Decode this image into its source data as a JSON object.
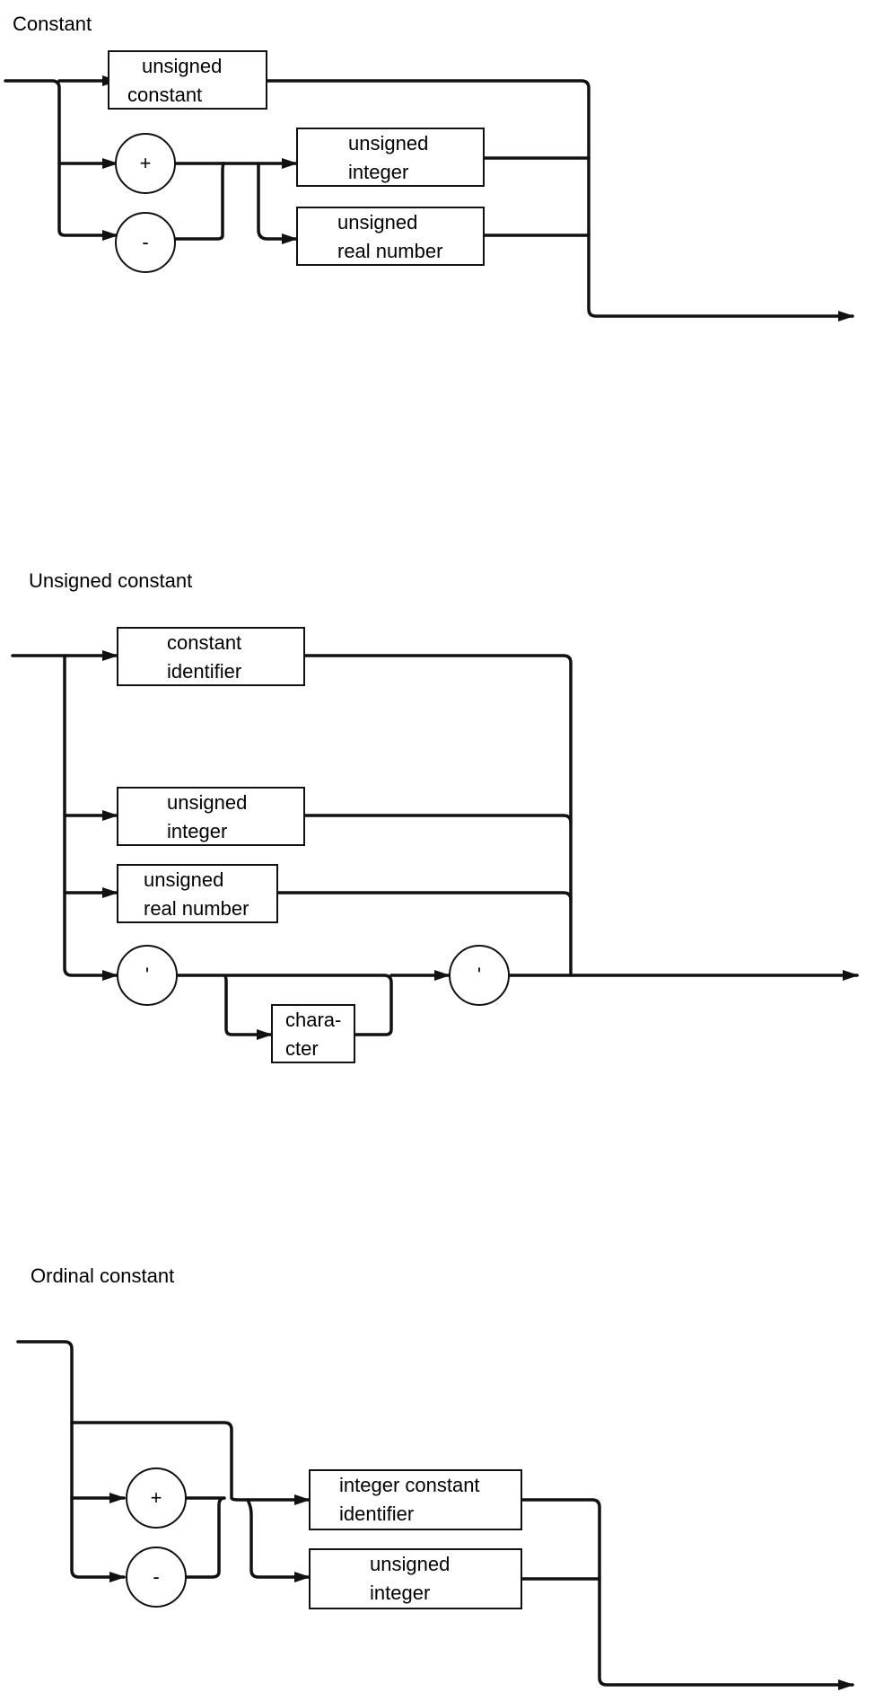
{
  "constant": {
    "title": "Constant",
    "unsigned_constant": [
      "unsigned",
      "constant"
    ],
    "plus": "+",
    "minus": "-",
    "unsigned_integer": [
      "unsigned",
      "integer"
    ],
    "unsigned_real": [
      "unsigned",
      "real number"
    ]
  },
  "unsigned_constant": {
    "title": "Unsigned constant",
    "constant_identifier": [
      "constant",
      "identifier"
    ],
    "unsigned_integer": [
      "unsigned",
      "integer"
    ],
    "unsigned_real": [
      "unsigned",
      "real number"
    ],
    "quote_open": "'",
    "character": [
      "chara-",
      "cter"
    ],
    "quote_close": "'"
  },
  "ordinal_constant": {
    "title": "Ordinal constant",
    "plus": "+",
    "minus": "-",
    "integer_constant_identifier": [
      "integer constant",
      "identifier"
    ],
    "unsigned_integer": [
      "unsigned",
      "integer"
    ]
  }
}
